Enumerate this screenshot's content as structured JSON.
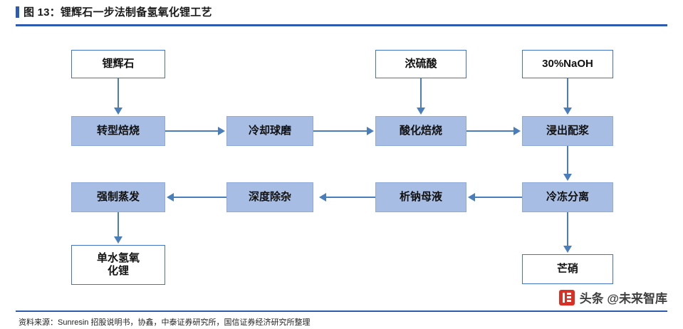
{
  "header": {
    "title": "图 13：锂辉石一步法制备氢氧化锂工艺"
  },
  "footer": {
    "source": "资料来源：Sunresin 招股说明书，协鑫，中泰证券研究所，国信证券经济研究所整理"
  },
  "watermark": {
    "text": "头条 @未来智库",
    "logo_color": "#d93025"
  },
  "colors": {
    "accent": "#2c5bb0",
    "node_fill": "#a7bde3",
    "node_border": "#4472c4",
    "arrow": "#4a7ebb"
  },
  "diagram": {
    "type": "process-flow",
    "nodes": [
      {
        "id": "spodumene",
        "label": "锂辉石",
        "style": "plain"
      },
      {
        "id": "sulfuric-acid",
        "label": "浓硫酸",
        "style": "plain"
      },
      {
        "id": "naoh",
        "label": "30%NaOH",
        "style": "plain"
      },
      {
        "id": "conversion-roasting",
        "label": "转型焙烧",
        "style": "fill"
      },
      {
        "id": "cooling-ball-milling",
        "label": "冷却球磨",
        "style": "fill"
      },
      {
        "id": "acid-roasting",
        "label": "酸化焙烧",
        "style": "fill"
      },
      {
        "id": "leaching-slurry",
        "label": "浸出配浆",
        "style": "fill"
      },
      {
        "id": "freeze-separation",
        "label": "冷冻分离",
        "style": "fill"
      },
      {
        "id": "sodium-mother-liquor",
        "label": "析钠母液",
        "style": "fill"
      },
      {
        "id": "deep-impurity-removal",
        "label": "深度除杂",
        "style": "fill"
      },
      {
        "id": "forced-evaporation",
        "label": "强制蒸发",
        "style": "fill"
      },
      {
        "id": "lithium-hydroxide-monohydrate",
        "label": "单水氢氧\n化锂",
        "style": "plain"
      },
      {
        "id": "mirabilite",
        "label": "芒硝",
        "style": "plain"
      }
    ],
    "edges": [
      {
        "from": "spodumene",
        "to": "conversion-roasting",
        "dir": "down"
      },
      {
        "from": "conversion-roasting",
        "to": "cooling-ball-milling",
        "dir": "right"
      },
      {
        "from": "cooling-ball-milling",
        "to": "acid-roasting",
        "dir": "right"
      },
      {
        "from": "sulfuric-acid",
        "to": "acid-roasting",
        "dir": "down"
      },
      {
        "from": "acid-roasting",
        "to": "leaching-slurry",
        "dir": "right"
      },
      {
        "from": "naoh",
        "to": "leaching-slurry",
        "dir": "down"
      },
      {
        "from": "leaching-slurry",
        "to": "freeze-separation",
        "dir": "down"
      },
      {
        "from": "freeze-separation",
        "to": "sodium-mother-liquor",
        "dir": "left"
      },
      {
        "from": "sodium-mother-liquor",
        "to": "deep-impurity-removal",
        "dir": "left"
      },
      {
        "from": "deep-impurity-removal",
        "to": "forced-evaporation",
        "dir": "left"
      },
      {
        "from": "forced-evaporation",
        "to": "lithium-hydroxide-monohydrate",
        "dir": "down"
      },
      {
        "from": "freeze-separation",
        "to": "mirabilite",
        "dir": "down"
      }
    ]
  }
}
